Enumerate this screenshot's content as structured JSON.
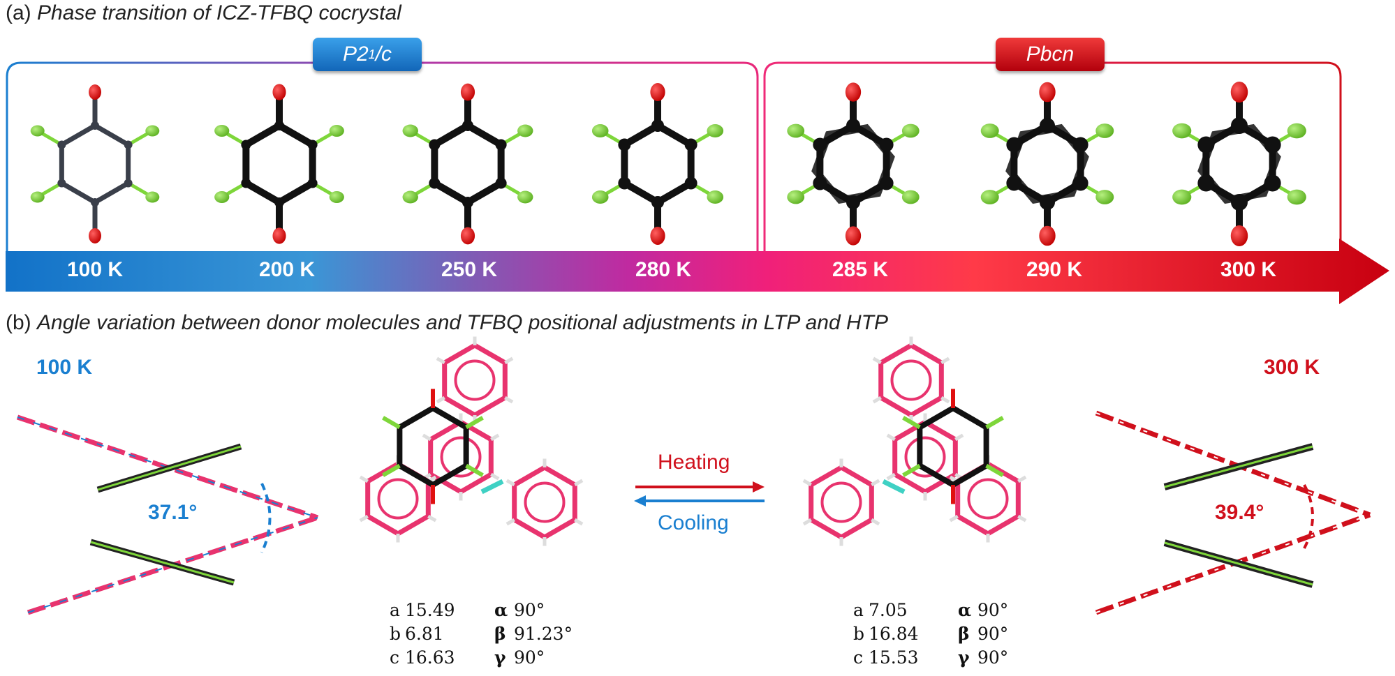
{
  "panel_a": {
    "tag": "(a)",
    "title": "Phase transition of ICZ-TFBQ cocrystal",
    "ltp_badge": {
      "base": "P2",
      "sub": "1",
      "suffix": "/c",
      "color": "#1a7fd0"
    },
    "htp_badge": {
      "text": "Pbcn",
      "color": "#d0101c"
    },
    "temperatures": [
      "100 K",
      "200 K",
      "250 K",
      "280 K",
      "285 K",
      "290 K",
      "300 K"
    ]
  },
  "panel_b": {
    "tag": "(b)",
    "title": "Angle variation between donor molecules and TFBQ positional adjustments in LTP and HTP",
    "left_temp": "100 K",
    "right_temp": "300 K",
    "left_angle": "37.1°",
    "right_angle": "39.4°",
    "heating_label": "Heating",
    "cooling_label": "Cooling",
    "ltp_cell": {
      "a": "15.49",
      "b": "6.81",
      "c": "16.63",
      "alpha": "90°",
      "beta": "91.23°",
      "gamma": "90°"
    },
    "htp_cell": {
      "a": "7.05",
      "b": "16.84",
      "c": "15.53",
      "alpha": "90°",
      "beta": "90°",
      "gamma": "90°"
    },
    "greek": {
      "alpha": "α",
      "beta": "β",
      "gamma": "γ"
    },
    "axis_letters": {
      "a": "a",
      "b": "b",
      "c": "c"
    }
  },
  "colors": {
    "blue": "#1a7fd0",
    "red": "#d0101c",
    "pink": "#e8336e",
    "oxygen": "#e01010",
    "fluorine": "#7ed63a",
    "carbon": "#111111",
    "nitrogen": "#3fd1c4"
  }
}
